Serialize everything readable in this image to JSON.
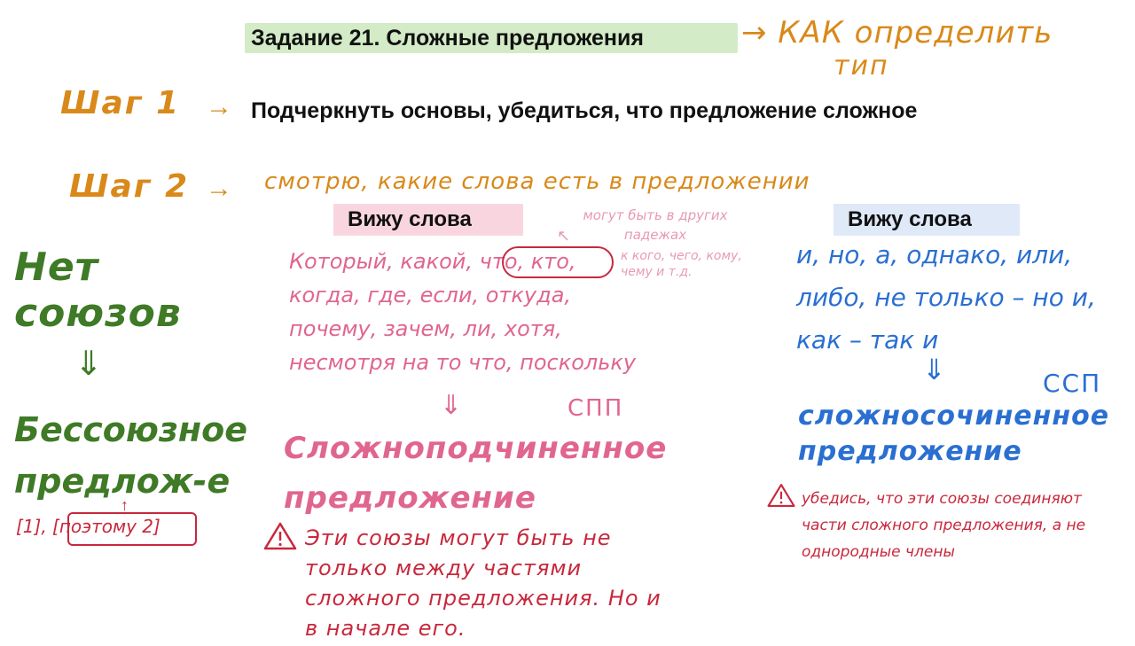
{
  "header": {
    "title": "Задание 21. Сложные предложения",
    "note_line1": "→ КАК определить",
    "note_line2": "тип"
  },
  "steps": {
    "step1_label": "Шаг 1",
    "step1_text": "Подчеркнуть основы, убедиться, что предложение сложное",
    "step2_label": "Шаг 2",
    "step2_text": "смотрю, какие слова есть в предложении",
    "arrow": "→"
  },
  "left_branch": {
    "no_unions": "Нет союзов",
    "down_arrow": "⇓",
    "term": "Бессоюзное предлож-е",
    "up_arrow": "↑",
    "scheme": "[1], [поэтому 2]"
  },
  "middle_branch": {
    "heading": "Вижу слова",
    "words": "Который, какой, что, кто, когда, где, если, откуда, почему, зачем, ли, хотя, несмотря на то что, поскольку",
    "side_note": "могут быть в других падежах",
    "side_arrow": "↖",
    "side_examples": "к кого, чего, кому, чему и т.д.",
    "down_arrow": "⇓",
    "abbr": "СПП",
    "term": "Сложноподчиненное предложение",
    "warning_icon": "⚠",
    "warning": "Эти союзы могут быть не только между частями сложного предложения. Но и в начале его."
  },
  "right_branch": {
    "heading": "Вижу слова",
    "words": "и, но, а, однако, или, либо, не только – но и, как – так и",
    "down_arrow": "⇓",
    "abbr": "ССП",
    "term": "сложносочиненное предложение",
    "warning_icon": "⚠",
    "warning": "убедись, что эти союзы соединяют части сложного предложения, а не однородные члены"
  },
  "colors": {
    "title_highlight": "#d3ebc6",
    "orange": "#d9891a",
    "green": "#3f7a26",
    "pink": "#e0658f",
    "light_pink": "#e79ab4",
    "blue": "#2a6fd1",
    "red": "#c8283c",
    "pink_highlight": "#f9d6df",
    "blue_highlight": "#dfe9f8"
  }
}
